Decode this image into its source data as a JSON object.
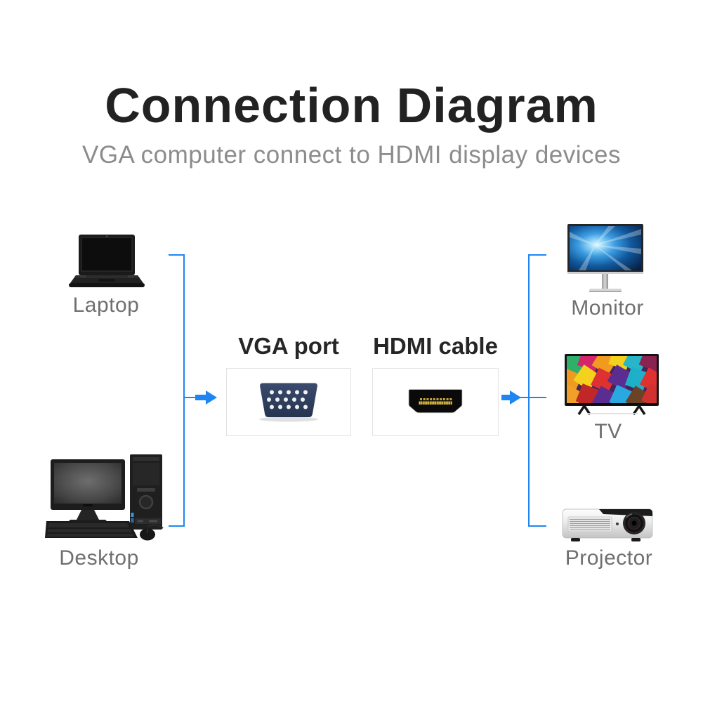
{
  "header": {
    "title": "Connection Diagram",
    "subtitle": "VGA computer connect to HDMI display devices"
  },
  "sources": [
    {
      "label": "Laptop"
    },
    {
      "label": "Desktop"
    }
  ],
  "adapter": {
    "vga_label": "VGA port",
    "hdmi_label": "HDMI cable"
  },
  "displays": [
    {
      "label": "Monitor"
    },
    {
      "label": "TV"
    },
    {
      "label": "Projector"
    }
  ],
  "colors": {
    "accent_blue": "#1e86f2",
    "title_text": "#222222",
    "subtitle_text": "#8c8c8c",
    "device_label_text": "#6f6f6f",
    "adapter_label_text": "#262626",
    "box_border": "#e3e3e3",
    "vga_navy": "#2e3d5c",
    "hdmi_black": "#0a0a0a",
    "pin_gold": "#d8b84a",
    "background": "#ffffff"
  }
}
